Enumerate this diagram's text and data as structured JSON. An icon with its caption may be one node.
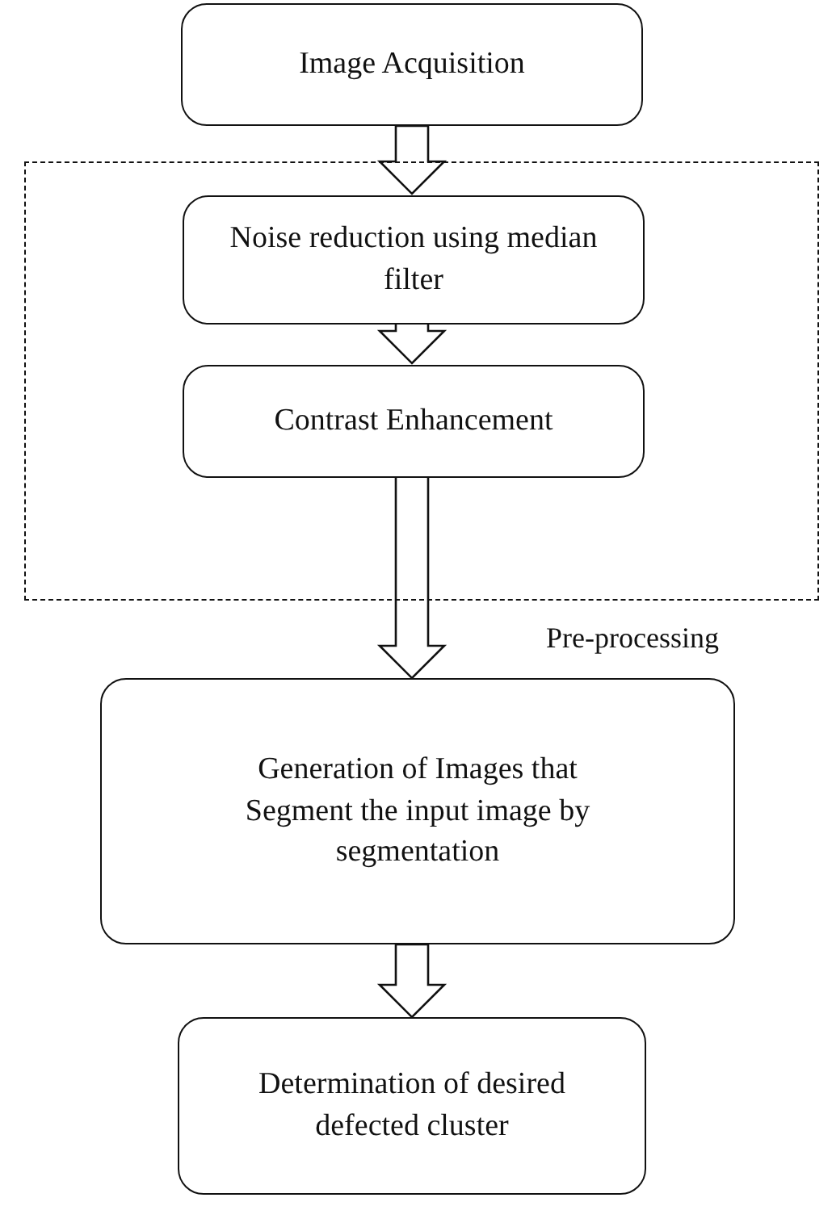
{
  "diagram": {
    "nodes": [
      {
        "text": [
          "Image Acquisition"
        ]
      },
      {
        "text": [
          "Pre-processing"
        ]
      },
      {
        "text": [
          "Noise reduction using median filter"
        ],
        "in": 1
      },
      {
        "text": [
          "Contrast Enhancement"
        ],
        "in": 1
      },
      {
        "text": [
          "Generation of Images that Segment the input image by segmentation"
        ]
      },
      {
        "text": [
          "Determination of desired defected cluster"
        ]
      }
    ],
    "edges": [
      {
        "from": 0,
        "to": 2,
        "arrow": "to"
      },
      {
        "from": 2,
        "to": 3,
        "arrow": "to"
      },
      {
        "from": 3,
        "to": 4,
        "arrow": "to"
      },
      {
        "from": 4,
        "to": 5,
        "arrow": "to"
      }
    ]
  }
}
